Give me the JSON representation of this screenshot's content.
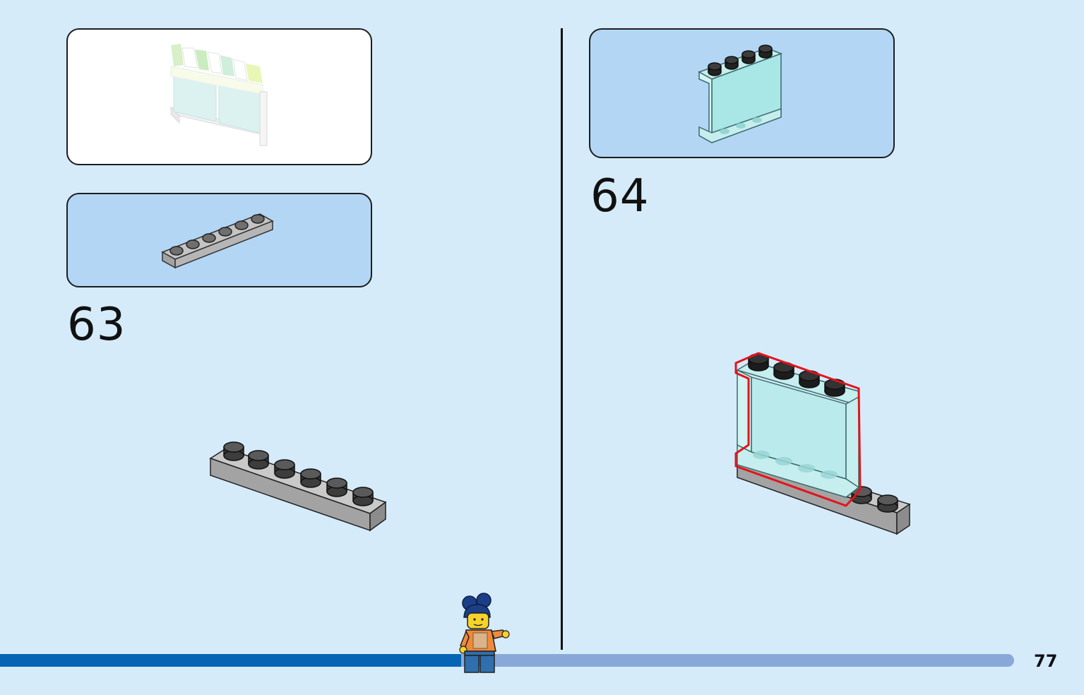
{
  "steps": [
    {
      "number": "63"
    },
    {
      "number": "64"
    }
  ],
  "page": {
    "number": "77"
  },
  "progress": {
    "fraction": 0.455
  },
  "colors": {
    "background": "#d5ebfa",
    "callout_blue": "#b3d6f5",
    "progress_fill": "#0664b4",
    "progress_track": "#88a9d8",
    "highlight_red": "#e3141b",
    "plate_gray": "#a3a3a3",
    "trans_panel": "#bfeaea"
  },
  "icons": {
    "submodel_preview": "window-assembly-preview",
    "part_plate": "gray-plate-1x6-icon",
    "part_panel": "trans-clear-panel-1x4x3-icon",
    "minifigure": "minifigure-icon"
  }
}
